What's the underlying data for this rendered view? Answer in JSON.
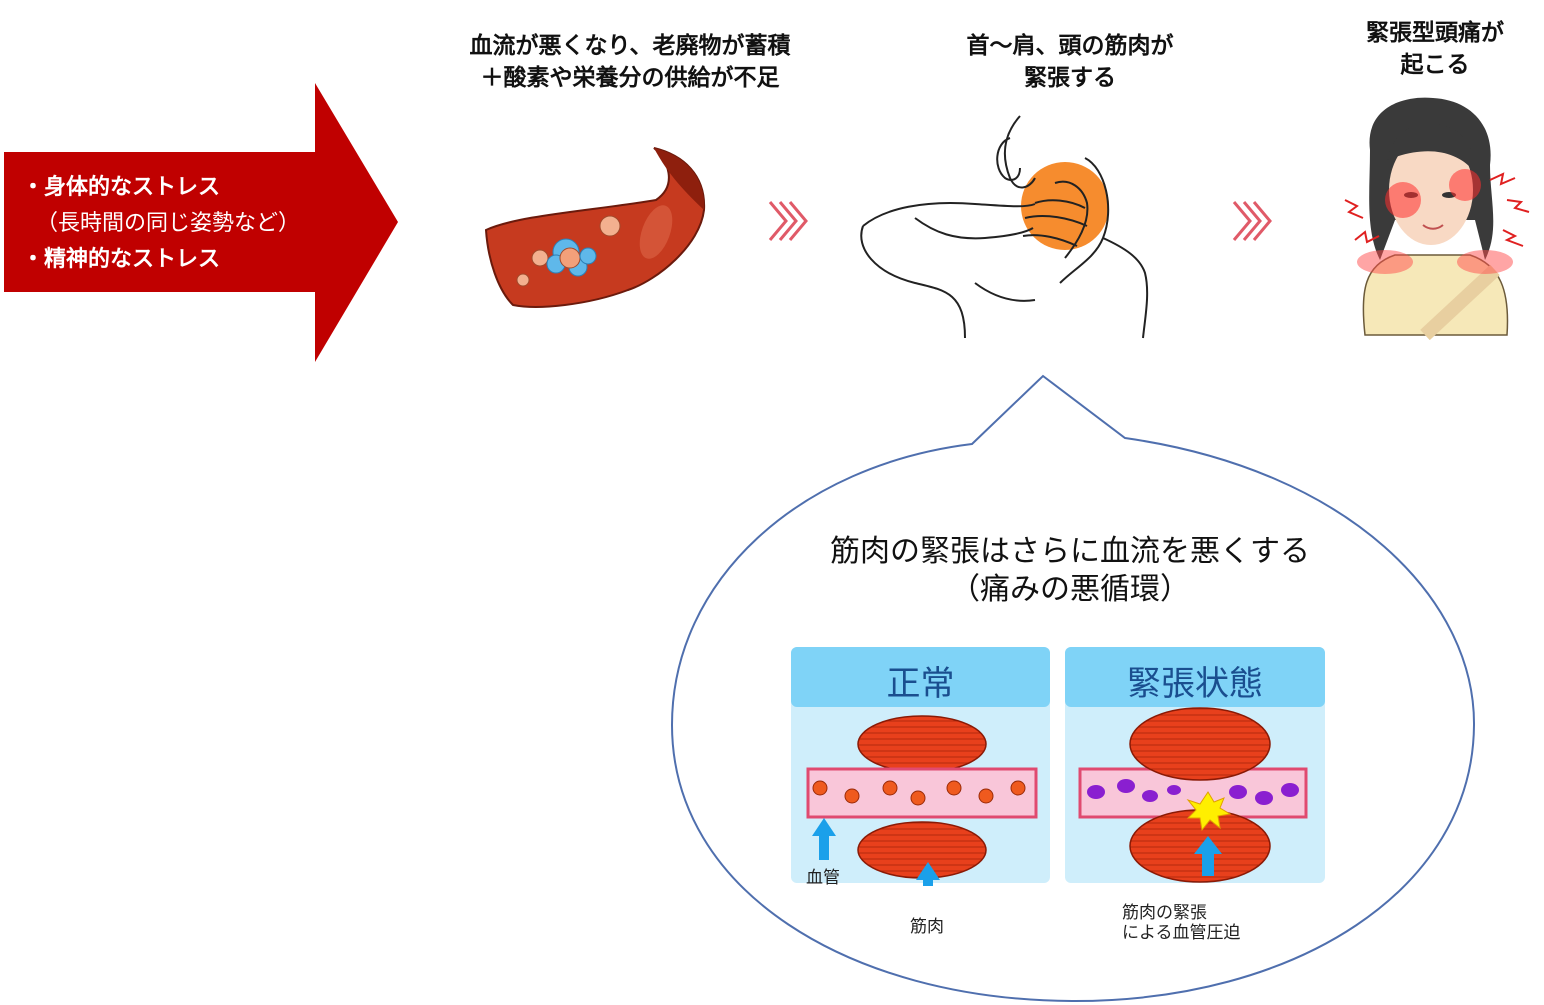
{
  "stress": {
    "items": [
      {
        "label": "・身体的なストレス",
        "note": "（長時間の同じ姿勢など）"
      },
      {
        "label": "・精神的なストレス"
      }
    ]
  },
  "steps": [
    {
      "line1": "血流が悪くなり、老廃物が蓄積",
      "line2": "＋酸素や栄養分の供給が不足"
    },
    {
      "line1": "首～肩、頭の筋肉が",
      "line2": "緊張する"
    },
    {
      "line1": "緊張型頭痛が",
      "line2": "起こる"
    }
  ],
  "bubble": {
    "title": "筋肉の緊張はさらに血流を悪くする",
    "subtitle": "（痛みの悪循環）"
  },
  "panels": {
    "normal": {
      "header": "正常",
      "vessel_label": "血管",
      "muscle_label": "筋肉"
    },
    "tense": {
      "header": "緊張状態",
      "compression_line1": "筋肉の緊張",
      "compression_line2": "による血管圧迫"
    }
  },
  "colors": {
    "arrow_red": "#c00000",
    "chevron": "#e05a68",
    "bubble_stroke": "#4f6fae",
    "panel_header_bg": "#7fd3f7",
    "panel_body_bg": "#cfeefb",
    "muscle_red": "#e8401c",
    "vessel_pink": "#f9c6d9",
    "vessel_red": "#e04a70",
    "rbc_orange": "#ef5a1e",
    "rbc_purple": "#8a1fd0",
    "pointer_blue": "#1aa0ea",
    "hot_spot": "#f57f17"
  }
}
